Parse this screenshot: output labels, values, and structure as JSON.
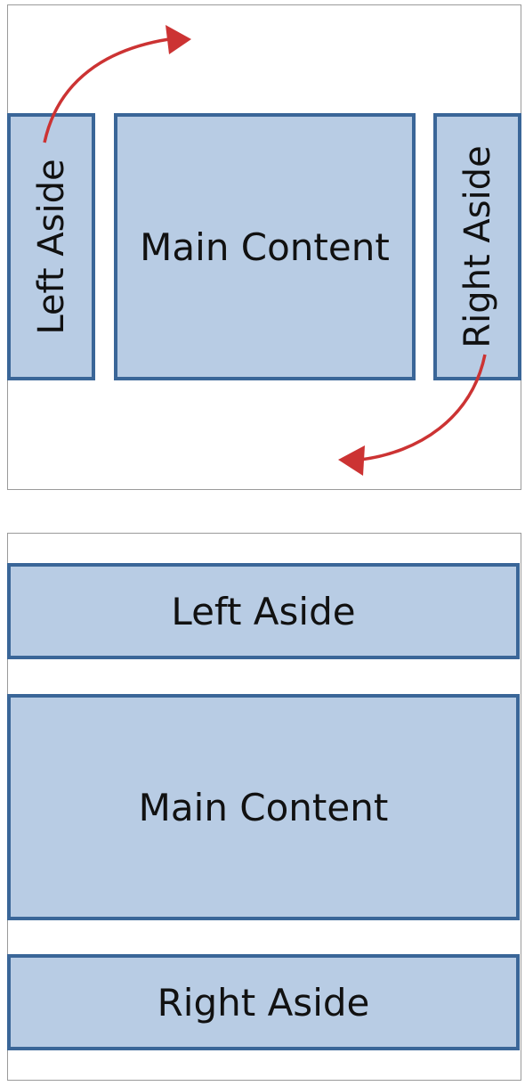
{
  "top_diagram": {
    "left_aside_label": "Left Aside",
    "main_content_label": "Main Content",
    "right_aside_label": "Right Aside"
  },
  "bottom_diagram": {
    "left_aside_label": "Left Aside",
    "main_content_label": "Main Content",
    "right_aside_label": "Right Aside"
  },
  "colors": {
    "box_fill": "#b8cce4",
    "box_border": "#3a6698",
    "arrow": "#cc3333",
    "frame_border": "#9a9a9a"
  }
}
